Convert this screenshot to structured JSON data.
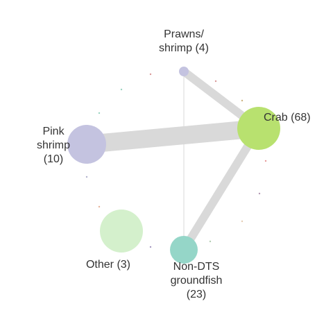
{
  "colors": {
    "edge": "#d9d9d9",
    "label": "#333333",
    "crab": "#b8e16f",
    "pink_shrimp": "#c4c3e0",
    "prawns": "#c4c3e0",
    "other": "#d4f0cc",
    "groundfish": "#95d6c8"
  },
  "nodes": [
    {
      "id": "prawns",
      "label_lines": [
        "Prawns/",
        "shrimp (4)"
      ],
      "count": 4
    },
    {
      "id": "crab",
      "label_lines": [
        "Crab (68)"
      ],
      "count": 68
    },
    {
      "id": "pink_shrimp",
      "label_lines": [
        "Pink",
        "shrimp",
        "(10)"
      ],
      "count": 10
    },
    {
      "id": "other",
      "label_lines": [
        "Other (3)"
      ],
      "count": 3
    },
    {
      "id": "groundfish",
      "label_lines": [
        "Non-DTS",
        "groundfish",
        "(23)"
      ],
      "count": 23
    }
  ],
  "edges": [
    {
      "from": "pink_shrimp",
      "to": "crab",
      "weight": "heavy"
    },
    {
      "from": "prawns",
      "to": "crab",
      "weight": "medium"
    },
    {
      "from": "crab",
      "to": "groundfish",
      "weight": "medium"
    },
    {
      "from": "prawns",
      "to": "groundfish",
      "weight": "thin"
    }
  ]
}
